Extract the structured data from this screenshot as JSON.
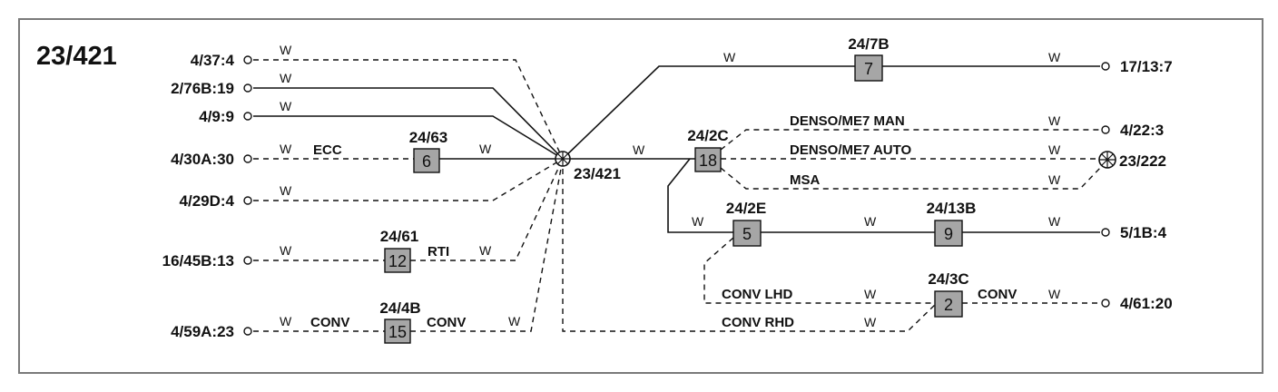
{
  "diagram": {
    "title": "23/421",
    "splice_label": "23/421",
    "wire_color": "W",
    "left_terminals": [
      "4/37:4",
      "2/76B:19",
      "4/9:9",
      "4/30A:30",
      "4/29D:4",
      "16/45B:13",
      "4/59A:23"
    ],
    "right_terminals": [
      "17/13:7",
      "4/22:3",
      "23/222",
      "5/1B:4",
      "4/61:20"
    ],
    "components": [
      {
        "ref": "24/63",
        "num": "6"
      },
      {
        "ref": "24/61",
        "num": "12"
      },
      {
        "ref": "24/4B",
        "num": "15"
      },
      {
        "ref": "24/7B",
        "num": "7"
      },
      {
        "ref": "24/2C",
        "num": "18"
      },
      {
        "ref": "24/2E",
        "num": "5"
      },
      {
        "ref": "24/13B",
        "num": "9"
      },
      {
        "ref": "24/3C",
        "num": "2"
      }
    ],
    "segment_labels": [
      "ECC",
      "RTI",
      "CONV",
      "CONV",
      "DENSO/ME7 MAN",
      "DENSO/ME7 AUTO",
      "MSA",
      "CONV LHD",
      "CONV RHD",
      "CONV"
    ]
  }
}
